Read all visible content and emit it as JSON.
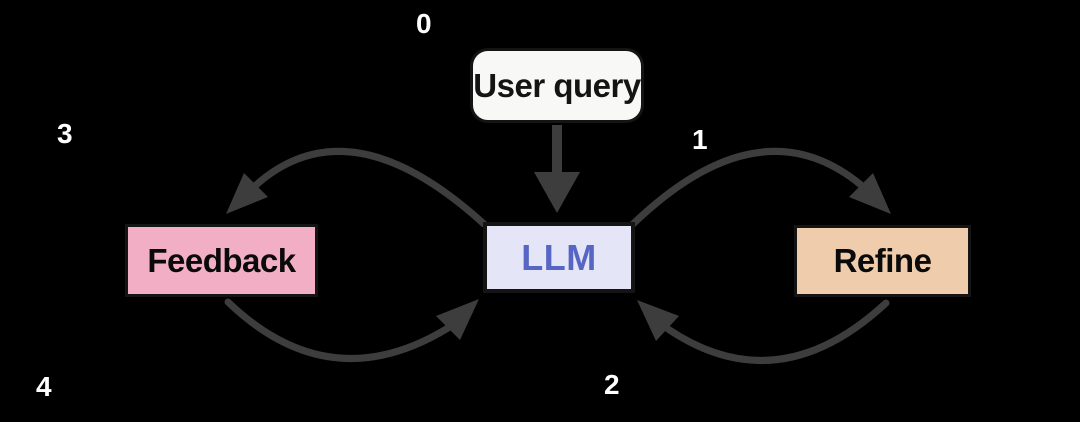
{
  "diagram": {
    "background": "#000000",
    "nodes": {
      "user_query": {
        "label": "User query",
        "fill": "#F8F8F6",
        "text_color": "#141414"
      },
      "llm": {
        "label": "LLM",
        "fill": "#E4E5F7",
        "text_color": "#5766C5"
      },
      "feedback": {
        "label": "Feedback",
        "fill": "#F2AEC4",
        "text_color": "#0A0A0A"
      },
      "refine": {
        "label": "Refine",
        "fill": "#EFCCAB",
        "text_color": "#0A0A0A"
      }
    },
    "steps": [
      "0",
      "1",
      "2",
      "3",
      "4"
    ],
    "edges": [
      {
        "step": "0",
        "from": "User query",
        "to": "LLM"
      },
      {
        "step": "1",
        "from": "LLM",
        "to": "Refine"
      },
      {
        "step": "2",
        "from": "Refine",
        "to": "LLM"
      },
      {
        "step": "3",
        "from": "LLM",
        "to": "Feedback"
      },
      {
        "step": "4",
        "from": "Feedback",
        "to": "LLM"
      }
    ],
    "arrow_color": "#3D3D3D",
    "label_color": "#FFFFFF"
  }
}
